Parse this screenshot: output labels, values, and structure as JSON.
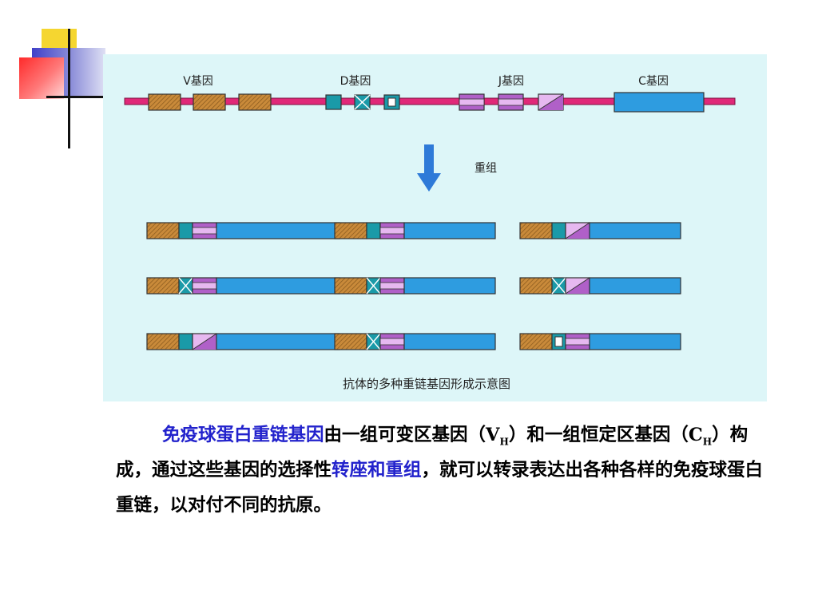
{
  "diagram": {
    "gene_labels": {
      "v": "V基因",
      "d": "D基因",
      "j": "J基因",
      "c": "C基因"
    },
    "arrow_label": "重组",
    "caption": "抗体的多种重链基因形成示意图"
  },
  "paragraph": {
    "highlight_1": "免疫球蛋白重链基因",
    "text_1": "由一组可变区基因（V",
    "sub_1": "H",
    "text_2": "）和一组恒定区基因（C",
    "sub_2": "H",
    "text_3": "）构成，通过这些基因的选择性",
    "highlight_2": "转座和重组",
    "text_4": "，就可以转录表达出各种各样的免疫球蛋白重链，以对付不同的抗原。"
  },
  "colors": {
    "panel_background": "#ddf6f8",
    "chromosome_line": "#e02878",
    "v_segment": "#c98a3a",
    "d_segment": "#1a9aa8",
    "j_segment": "#b060c8",
    "c_segment": "#2e9ce0",
    "arrow": "#2e7ad8",
    "highlight_text": "#2222cc"
  }
}
